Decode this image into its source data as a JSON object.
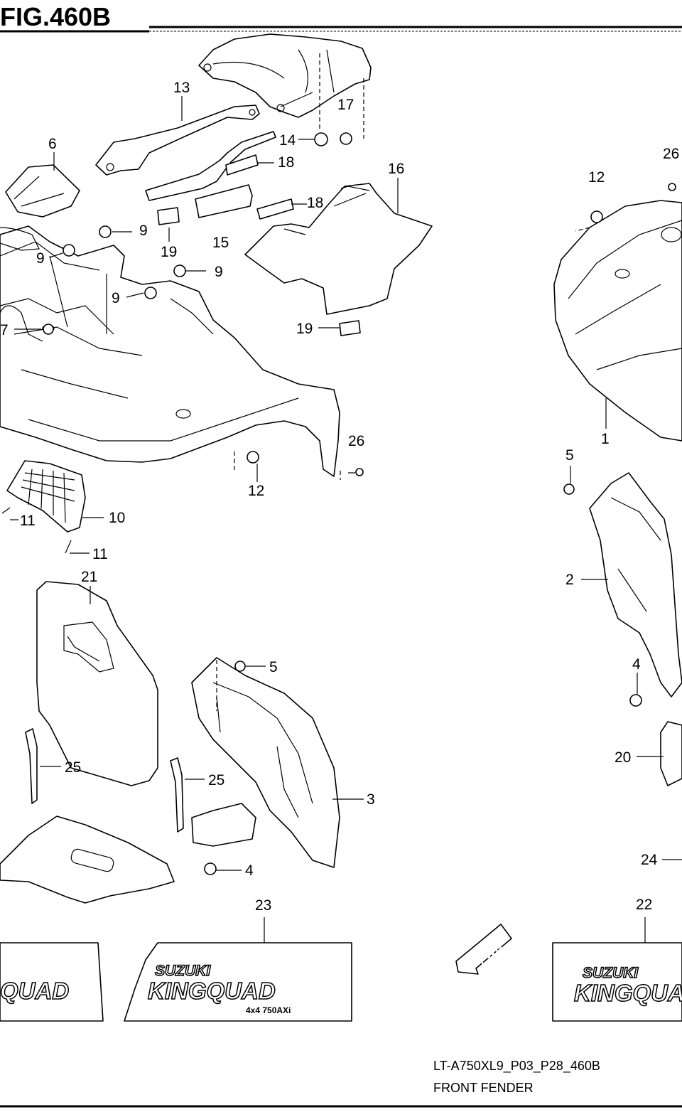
{
  "figure": {
    "title": "FIG.460B",
    "drawing_code": "LT-A750XL9_P03_P28_460B",
    "caption": "FRONT FENDER"
  },
  "callouts": [
    "13",
    "17",
    "14",
    "6",
    "18",
    "16",
    "12",
    "26",
    "18",
    "9",
    "9",
    "9",
    "15",
    "19",
    "9",
    "9",
    "7",
    "19",
    "1",
    "26",
    "12",
    "5",
    "11",
    "10",
    "11",
    "2",
    "21",
    "5",
    "4",
    "25",
    "25",
    "3",
    "20",
    "4",
    "24",
    "23",
    "22"
  ],
  "decals": {
    "brand": "SUZUKI",
    "model": "KINGQUAD",
    "badge": "4x4 750AXi",
    "fwd_arrow": "FWD"
  },
  "colors": {
    "ink": "#000000",
    "paper": "#ffffff"
  }
}
